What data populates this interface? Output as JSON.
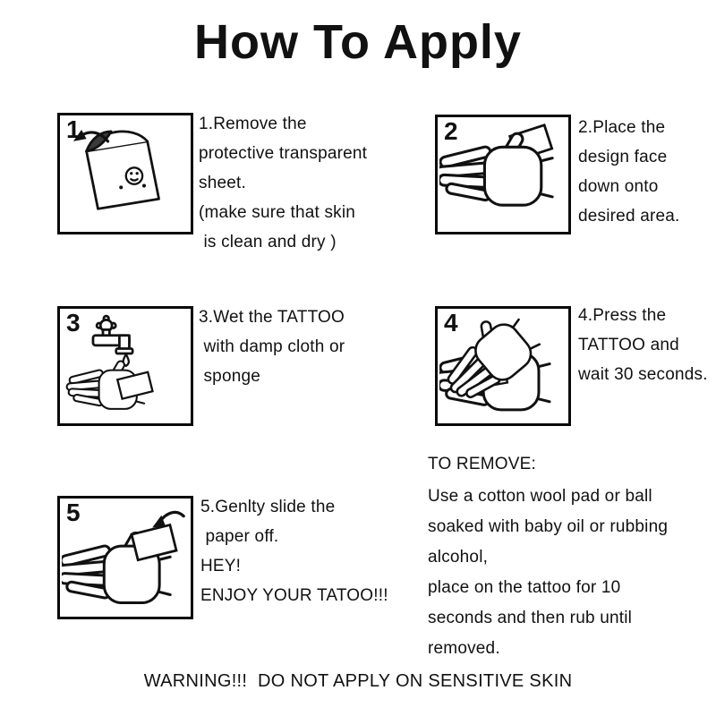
{
  "title": "How To Apply",
  "colors": {
    "ink": "#111111",
    "background": "#ffffff",
    "peel_shade": "#3a3a3a"
  },
  "steps": [
    {
      "number": "1",
      "illustration": "peeling-protective-sheet",
      "lines": [
        "1.Remove the",
        "protective transparent",
        "sheet.",
        "(make sure that skin",
        " is clean and dry )"
      ]
    },
    {
      "number": "2",
      "illustration": "hand-with-design-face-down",
      "lines": [
        "2.Place the",
        "design face",
        "down onto",
        "desired area."
      ]
    },
    {
      "number": "3",
      "illustration": "faucet-water-drop-hand",
      "lines": [
        "3.Wet the TATTOO",
        " with damp cloth or",
        " sponge"
      ]
    },
    {
      "number": "4",
      "illustration": "hand-pressing-tattoo",
      "lines": [
        "4.Press the",
        "TATTOO and",
        "wait 30 seconds."
      ]
    },
    {
      "number": "5",
      "illustration": "hand-sliding-paper-off",
      "lines": [
        "5.Genlty slide the",
        " paper off.",
        "HEY!",
        "ENJOY YOUR TATOO!!!"
      ]
    }
  ],
  "remove_section": {
    "heading": "TO REMOVE:",
    "lines": [
      "Use a cotton wool pad or ball",
      "soaked with baby oil or rubbing",
      "alcohol,",
      "place on the tattoo for 10",
      "seconds and then rub until",
      "removed."
    ]
  },
  "warning": "WARNING!!!  DO NOT APPLY ON SENSITIVE SKIN"
}
